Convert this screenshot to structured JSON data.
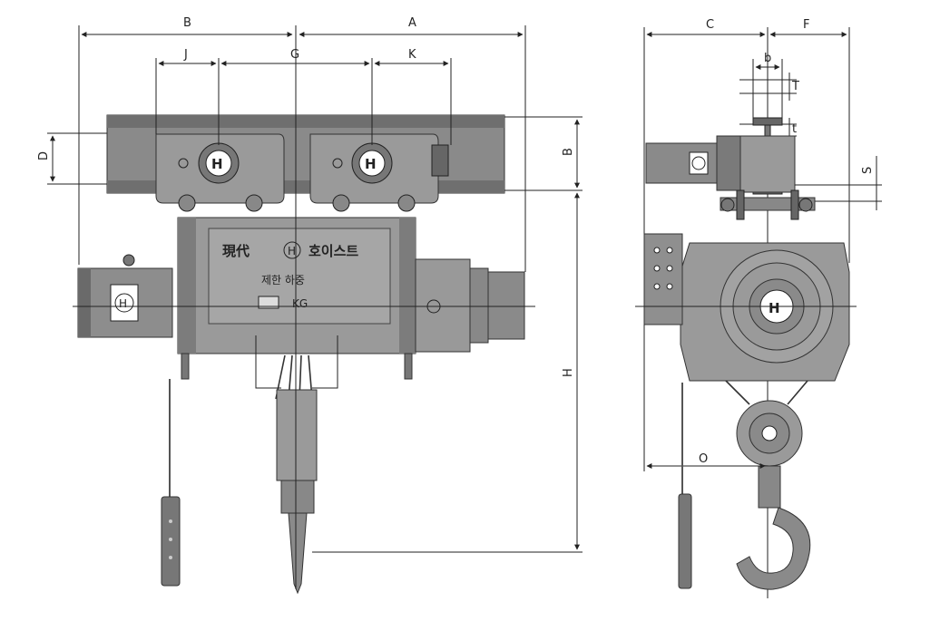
{
  "front_view": {
    "dimension_labels": {
      "B": "B",
      "A": "A",
      "J": "J",
      "G": "G",
      "K": "K",
      "D": "D",
      "B_rail": "B",
      "H": "H"
    },
    "nameplate": {
      "brand": "現代",
      "product": "호이스트",
      "capacity_label": "제한 하중",
      "unit": "KG"
    }
  },
  "side_view": {
    "dimension_labels": {
      "C": "C",
      "F": "F",
      "b": "b",
      "T": "T",
      "t": "t",
      "S": "S",
      "O": "O"
    }
  },
  "colors": {
    "body": "#8f8f8f",
    "body_dark": "#6d6d6d",
    "rail": "#7a7a7a",
    "line": "#222222"
  }
}
